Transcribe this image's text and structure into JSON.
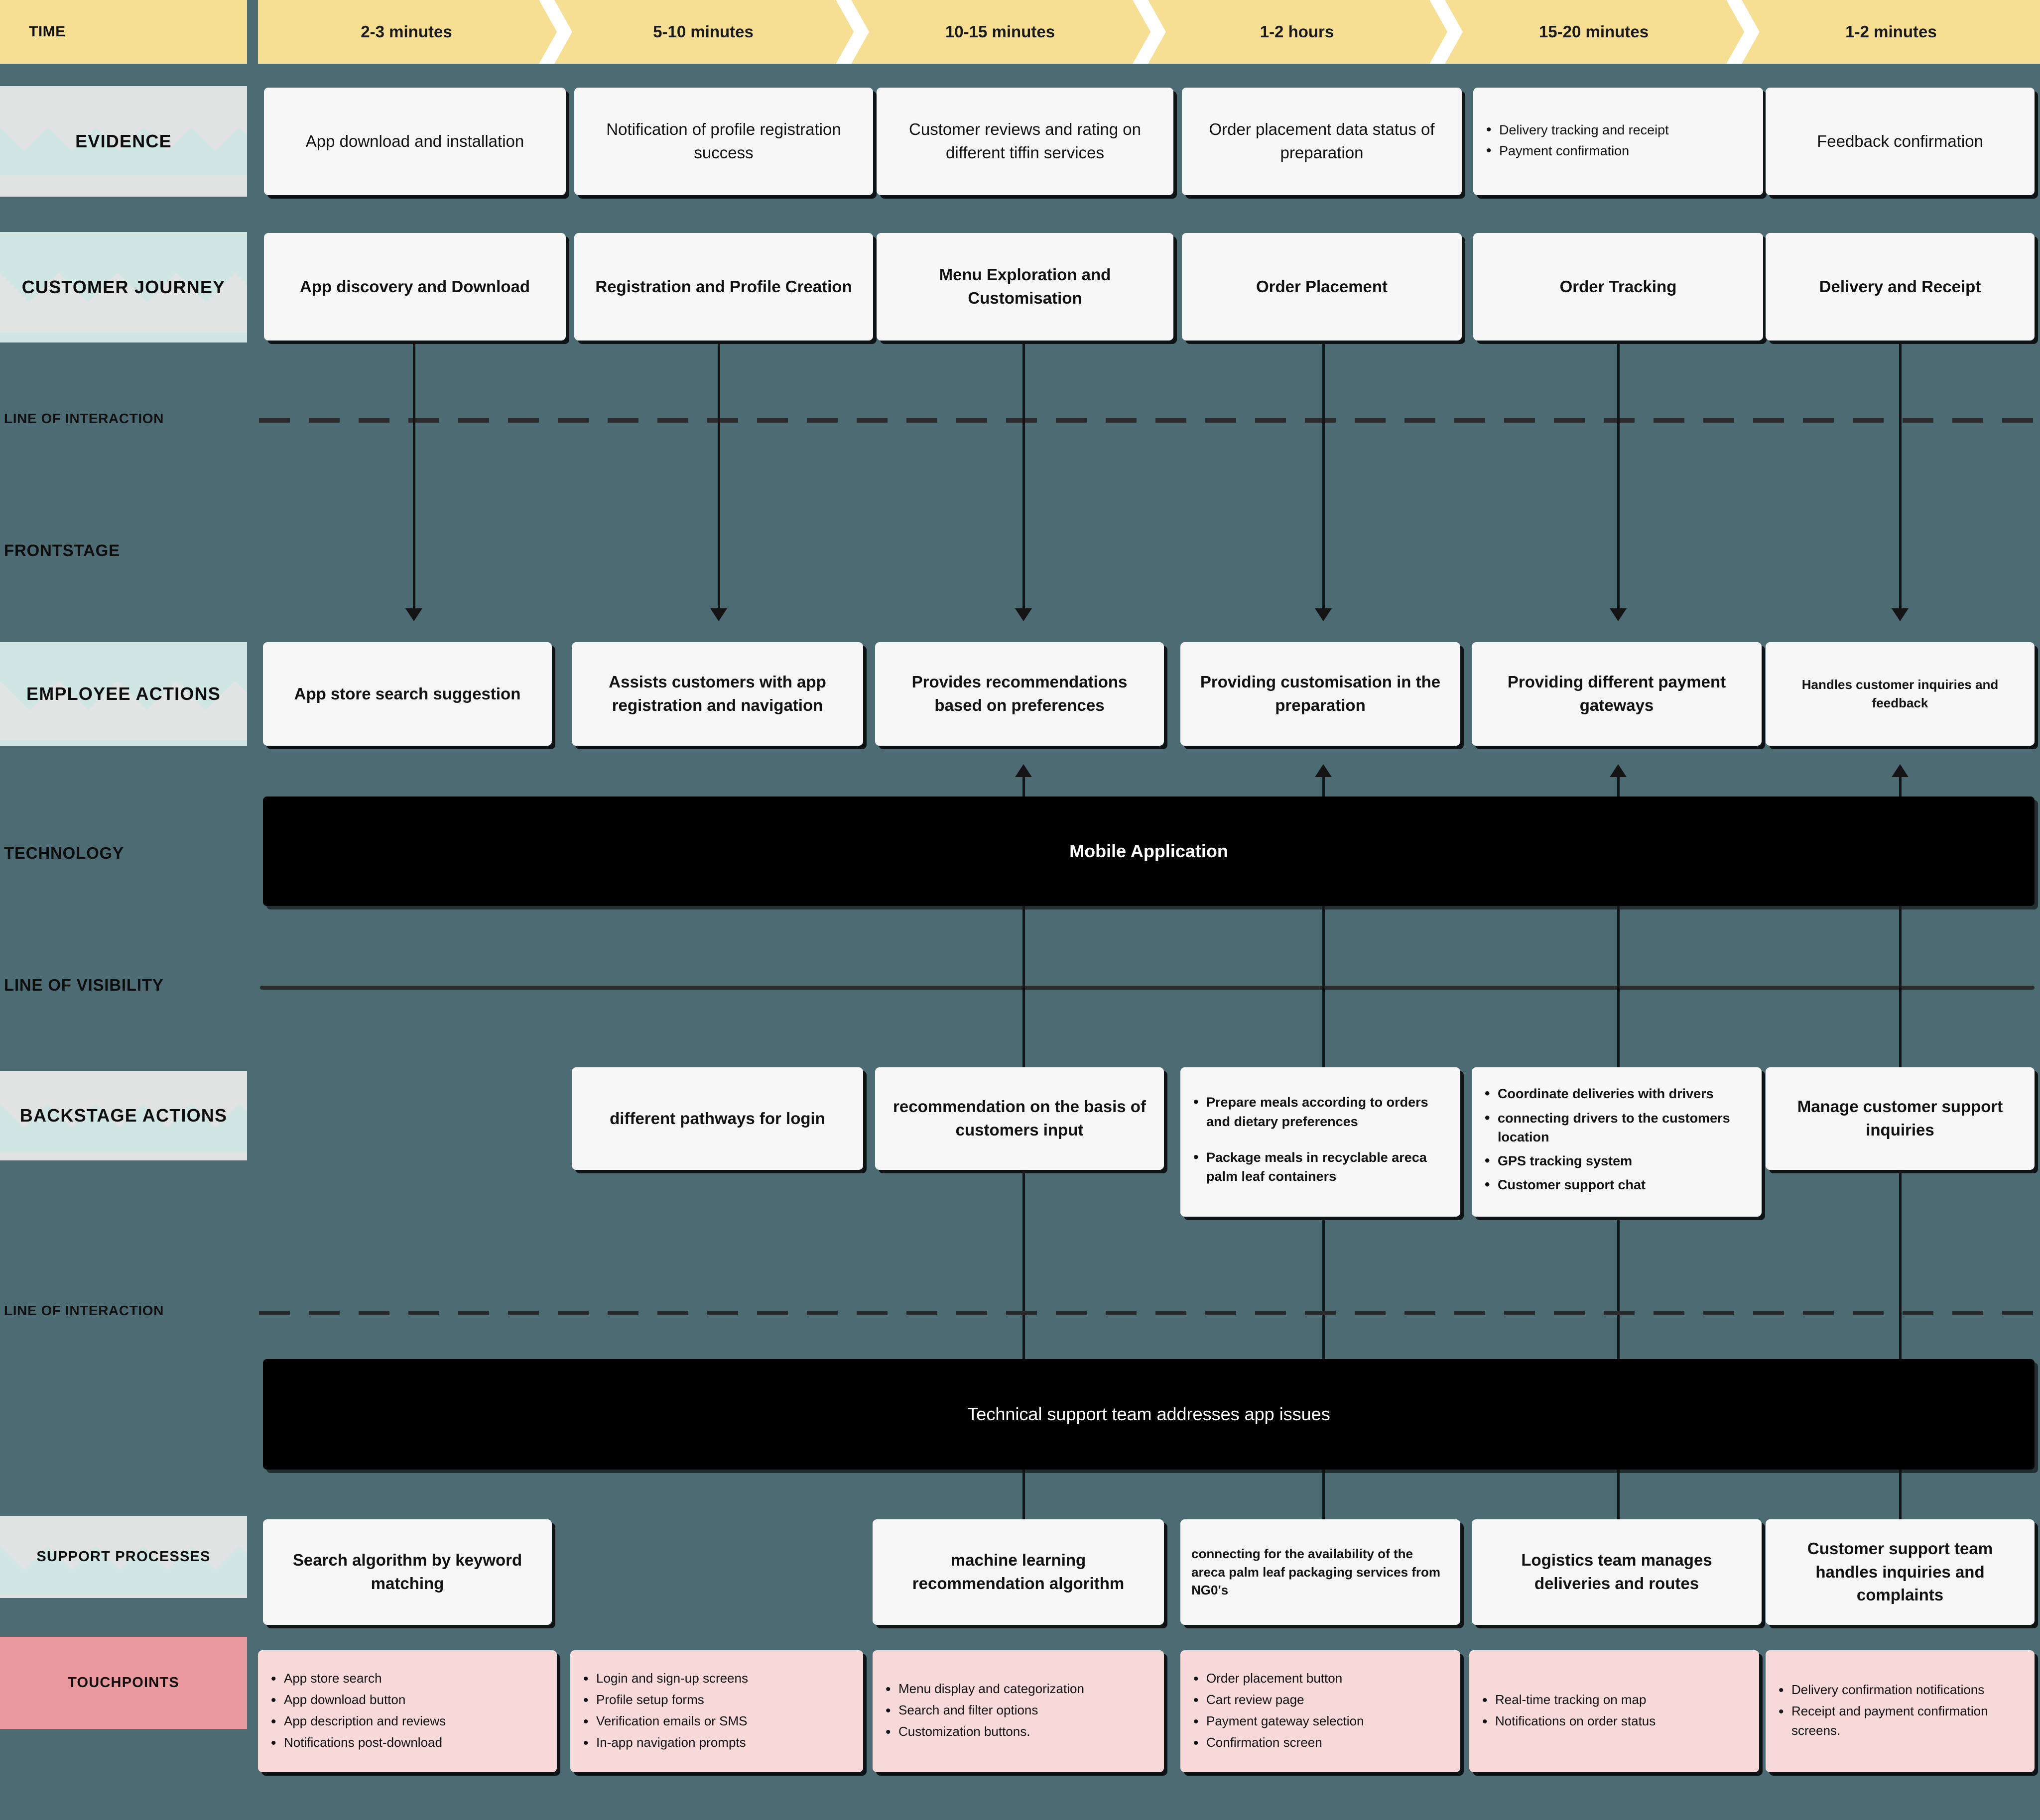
{
  "rows": {
    "time_label": "TIME",
    "evidence_label": "EVIDENCE",
    "customer_journey_label": "CUSTOMER JOURNEY",
    "line_of_interaction_label": "LINE OF INTERACTION",
    "frontstage_label": "FRONTSTAGE",
    "employee_actions_label": "EMPLOYEE ACTIONS",
    "technology_label": "TECHNOLOGY",
    "line_of_visibility_label": "LINE OF VISIBILITY",
    "backstage_actions_label": "BACKSTAGE ACTIONS",
    "line_of_interaction_label_2": "LINE OF INTERACTION",
    "support_processes_label": "SUPPORT PROCESSES",
    "touchpoints_label": "TOUCHPOINTS"
  },
  "time": [
    "2-3 minutes",
    "5-10 minutes",
    "10-15 minutes",
    "1-2 hours",
    "15-20 minutes",
    "1-2 minutes"
  ],
  "evidence": [
    {
      "text": "App download and installation"
    },
    {
      "text": "Notification of profile registration success"
    },
    {
      "text": "Customer reviews and rating on different tiffin services"
    },
    {
      "text": "Order placement data status of preparation"
    },
    {
      "bullets": [
        "Delivery tracking and receipt",
        "Payment confirmation"
      ]
    },
    {
      "text": "Feedback confirmation"
    }
  ],
  "customer_journey": [
    "App discovery and Download",
    "Registration and Profile Creation",
    "Menu Exploration and Customisation",
    "Order Placement",
    "Order Tracking",
    "Delivery and Receipt"
  ],
  "employee_actions": [
    "App store search suggestion",
    "Assists customers with app registration and navigation",
    "Provides recommendations based on preferences",
    "Providing customisation in the preparation",
    "Providing different payment gateways",
    "Handles customer inquiries and feedback"
  ],
  "technology_bar": "Mobile Application",
  "backstage_actions": [
    null,
    {
      "text": "different pathways for login"
    },
    {
      "text": "recommendation on the basis of customers input"
    },
    {
      "bullets": [
        "Prepare meals according to orders and dietary preferences",
        "Package meals in recyclable areca palm leaf containers"
      ]
    },
    {
      "bullets": [
        "Coordinate deliveries with drivers",
        "connecting drivers to the customers location",
        "GPS tracking system",
        "Customer support chat"
      ]
    },
    {
      "text": "Manage customer support  inquiries"
    }
  ],
  "technical_support_bar": "Technical support team addresses app issues",
  "support_processes": [
    "Search algorithm by keyword matching",
    null,
    "machine learning recommendation algorithm",
    "connecting for the availability of the areca palm leaf packaging services from NG0's",
    "Logistics team manages deliveries and routes",
    "Customer support team handles inquiries and complaints"
  ],
  "touchpoints": [
    [
      "App store search",
      "App download button",
      "App description and reviews",
      "Notifications post-download"
    ],
    [
      "Login and sign-up screens",
      "Profile setup forms",
      "Verification emails or SMS",
      "In-app navigation prompts"
    ],
    [
      "Menu display and categorization",
      "Search and filter options",
      "Customization buttons."
    ],
    [
      "Order placement button",
      "Cart review page",
      "Payment gateway selection",
      "Confirmation screen"
    ],
    [
      "Real-time tracking on map",
      "Notifications on order status"
    ],
    [
      "Delivery confirmation notifications",
      "Receipt and payment confirmation screens."
    ]
  ],
  "colors": {
    "canvas": "#4d6b73",
    "time_band": "#f6df92",
    "label_grey": "#e0e1e1",
    "label_mint": "#cfe6e2",
    "label_pink": "#eb9a9f",
    "card": "#f7f7f7",
    "touchpoint_card": "#f8d9da",
    "bar_black": "#000000",
    "line": "#2b2b2b"
  }
}
